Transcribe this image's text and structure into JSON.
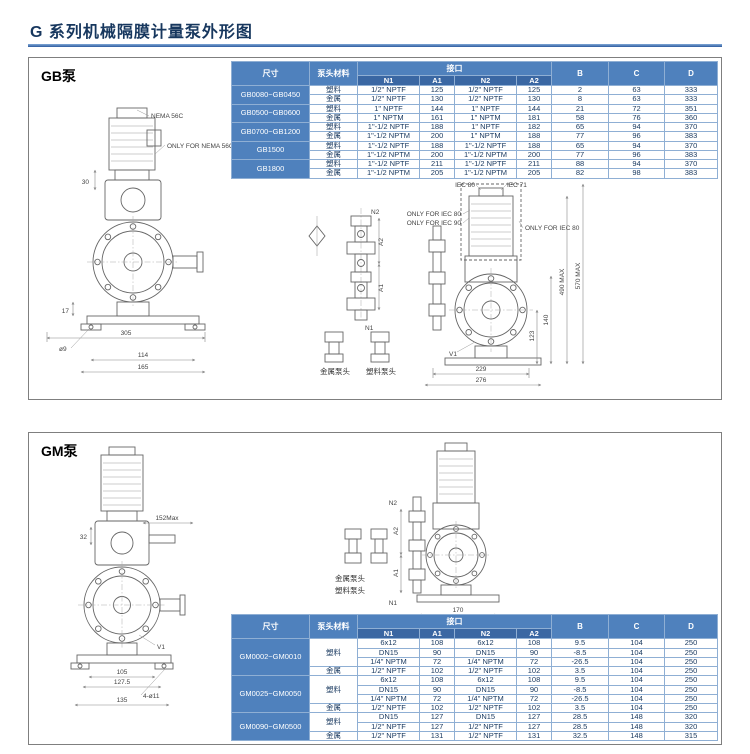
{
  "page": {
    "title": "G 系列机械隔膜计量泵外形图"
  },
  "colors": {
    "accent_blue": "#4f81bd",
    "subheader_blue": "#3a67a3",
    "title_navy": "#17375e",
    "data_text": "#17375e",
    "panel_border": "#7f7f7f"
  },
  "table_headers": {
    "size": "尺寸",
    "material": "泵头材料",
    "port": "接口",
    "n1": "N1",
    "a1": "A1",
    "n2": "N2",
    "a2": "A2",
    "b": "B",
    "c": "C",
    "d": "D"
  },
  "gb": {
    "label": "GB泵",
    "table": {
      "rows": [
        [
          {
            "t": "GB0080~GB0450",
            "r": 2,
            "k": "size"
          },
          {
            "t": "塑料",
            "k": "mat"
          },
          "1/2\" NPTF",
          "125",
          "1/2\" NPTF",
          "125",
          "2",
          "63",
          "333"
        ],
        [
          {
            "t": "金属",
            "k": "mat"
          },
          "1/2\" NPTF",
          "130",
          "1/2\" NPTF",
          "130",
          "8",
          "63",
          "333"
        ],
        [
          {
            "t": "GB0500~GB0600",
            "r": 2,
            "k": "size"
          },
          {
            "t": "塑料",
            "k": "mat"
          },
          "1\" NPTF",
          "144",
          "1\" NPTF",
          "144",
          "21",
          "72",
          "351"
        ],
        [
          {
            "t": "金属",
            "k": "mat"
          },
          "1\" NPTM",
          "161",
          "1\" NPTM",
          "181",
          "58",
          "76",
          "360"
        ],
        [
          {
            "t": "GB0700~GB1200",
            "r": 2,
            "k": "size"
          },
          {
            "t": "塑料",
            "k": "mat"
          },
          "1\"-1/2 NPTF",
          "188",
          "1\" NPTF",
          "182",
          "65",
          "94",
          "370"
        ],
        [
          {
            "t": "金属",
            "k": "mat"
          },
          "1\"-1/2 NPTM",
          "200",
          "1\" NPTM",
          "188",
          "77",
          "96",
          "383"
        ],
        [
          {
            "t": "GB1500",
            "r": 2,
            "k": "size"
          },
          {
            "t": "塑料",
            "k": "mat"
          },
          "1\"-1/2 NPTF",
          "188",
          "1\"-1/2 NPTF",
          "188",
          "65",
          "94",
          "370"
        ],
        [
          {
            "t": "金属",
            "k": "mat"
          },
          "1\"-1/2 NPTM",
          "200",
          "1\"-1/2 NPTM",
          "200",
          "77",
          "96",
          "383"
        ],
        [
          {
            "t": "GB1800",
            "r": 2,
            "k": "size"
          },
          {
            "t": "塑料",
            "k": "mat"
          },
          "1\"-1/2 NPTF",
          "211",
          "1\"-1/2 NPTF",
          "211",
          "88",
          "94",
          "370"
        ],
        [
          {
            "t": "金属",
            "k": "mat"
          },
          "1\"-1/2 NPTM",
          "205",
          "1\"-1/2 NPTM",
          "205",
          "82",
          "98",
          "383"
        ]
      ]
    },
    "drawing": {
      "labels": {
        "nema": "NEMA 56C",
        "only_nema": "ONLY FOR NEMA 56C",
        "d30": "30",
        "d17": "17",
        "d305": "305",
        "dia9": "ø9",
        "d114": "114",
        "d165": "165",
        "n1": "N1",
        "n2": "N2",
        "a1": "A1",
        "a2": "A2",
        "metal_head": "金属泵头",
        "plastic_head": "塑料泵头",
        "iec80": "IEC 80",
        "iec71": "IEC 71",
        "only_iec80": "ONLY FOR IEC 80",
        "only_iec90": "ONLY FOR IEC 90",
        "max490": "490 MAX",
        "max570": "570 MAX",
        "d123": "123",
        "d140": "140",
        "d229": "229",
        "d276": "276",
        "v1": "V1"
      }
    }
  },
  "gm": {
    "label": "GM泵",
    "table": {
      "rows": [
        [
          {
            "t": "GM0002~GM0010",
            "r": 4,
            "k": "size"
          },
          {
            "t": "塑料",
            "r": 3,
            "k": "mat"
          },
          "6x12",
          "108",
          "6x12",
          "108",
          "9.5",
          "104",
          "250"
        ],
        [
          "DN15",
          "90",
          "DN15",
          "90",
          "-8.5",
          "104",
          "250"
        ],
        [
          "1/4\" NPTM",
          "72",
          "1/4\" NPTM",
          "72",
          "-26.5",
          "104",
          "250"
        ],
        [
          {
            "t": "金属",
            "k": "mat"
          },
          "1/2\" NPTF",
          "102",
          "1/2\" NPTF",
          "102",
          "3.5",
          "104",
          "250"
        ],
        [
          {
            "t": "GM0025~GM0050",
            "r": 4,
            "k": "size"
          },
          {
            "t": "塑料",
            "r": 3,
            "k": "mat"
          },
          "6x12",
          "108",
          "6x12",
          "108",
          "9.5",
          "104",
          "250"
        ],
        [
          "DN15",
          "90",
          "DN15",
          "90",
          "-8.5",
          "104",
          "250"
        ],
        [
          "1/4\" NPTM",
          "72",
          "1/4\" NPTM",
          "72",
          "-26.5",
          "104",
          "250"
        ],
        [
          {
            "t": "金属",
            "k": "mat"
          },
          "1/2\" NPTF",
          "102",
          "1/2\" NPTF",
          "102",
          "3.5",
          "104",
          "250"
        ],
        [
          {
            "t": "GM0090~GM0500",
            "r": 3,
            "k": "size"
          },
          {
            "t": "塑料",
            "r": 2,
            "k": "mat"
          },
          "DN15",
          "127",
          "DN15",
          "127",
          "28.5",
          "148",
          "320"
        ],
        [
          "1/2\" NPTF",
          "127",
          "1/2\" NPTF",
          "127",
          "28.5",
          "148",
          "320"
        ],
        [
          {
            "t": "金属",
            "k": "mat"
          },
          "1/2\" NPTF",
          "131",
          "1/2\" NPTF",
          "131",
          "32.5",
          "148",
          "315"
        ]
      ]
    },
    "drawing": {
      "labels": {
        "d152": "152Max",
        "d32": "32",
        "d105": "105",
        "d1275": "127.5",
        "holes": "4-ø11",
        "d135": "135",
        "d170": "170",
        "v1": "V1",
        "n1": "N1",
        "n2": "N2",
        "a1": "A1",
        "a2": "A2",
        "metal_head": "金属泵头",
        "plastic_head": "塑料泵头"
      }
    }
  }
}
